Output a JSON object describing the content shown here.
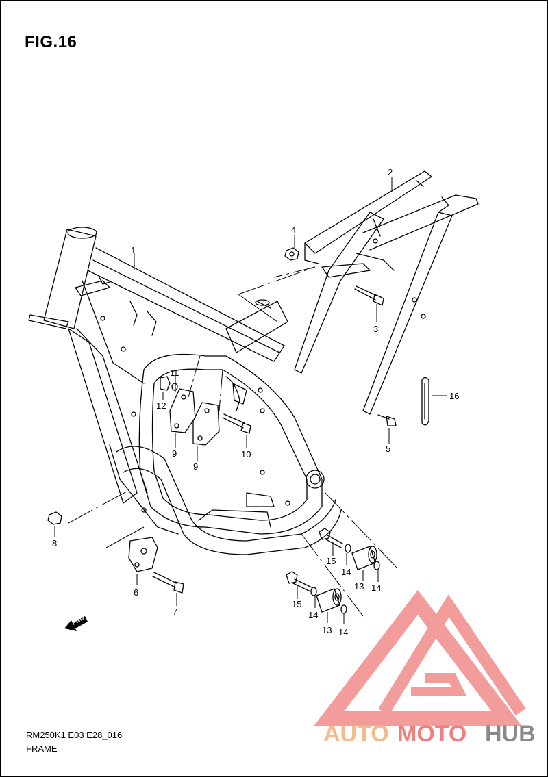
{
  "figure": {
    "title": "FIG.16"
  },
  "callouts": [
    {
      "id": "c1",
      "text": "1"
    },
    {
      "id": "c2",
      "text": "2"
    },
    {
      "id": "c3",
      "text": "3"
    },
    {
      "id": "c4",
      "text": "4"
    },
    {
      "id": "c5",
      "text": "5"
    },
    {
      "id": "c6",
      "text": "6"
    },
    {
      "id": "c7",
      "text": "7"
    },
    {
      "id": "c8",
      "text": "8"
    },
    {
      "id": "c9a",
      "text": "9"
    },
    {
      "id": "c9b",
      "text": "9"
    },
    {
      "id": "c10",
      "text": "10"
    },
    {
      "id": "c11",
      "text": "11"
    },
    {
      "id": "c12",
      "text": "12"
    },
    {
      "id": "c13a",
      "text": "13"
    },
    {
      "id": "c13b",
      "text": "13"
    },
    {
      "id": "c14a",
      "text": "14"
    },
    {
      "id": "c14b",
      "text": "14"
    },
    {
      "id": "c14c",
      "text": "14"
    },
    {
      "id": "c14d",
      "text": "14"
    },
    {
      "id": "c15a",
      "text": "15"
    },
    {
      "id": "c15b",
      "text": "15"
    },
    {
      "id": "c16",
      "text": "16"
    }
  ],
  "fwd_label": "FWD",
  "footer": {
    "code": "RM250K1 E03 E28_016",
    "name": "FRAME"
  },
  "watermark": {
    "part1": "AUTO",
    "part2": "MOTO",
    "part3": "HUB",
    "color_light": "#f7b98a",
    "color_red": "#f08080",
    "color_gray": "#8a8a8a"
  }
}
